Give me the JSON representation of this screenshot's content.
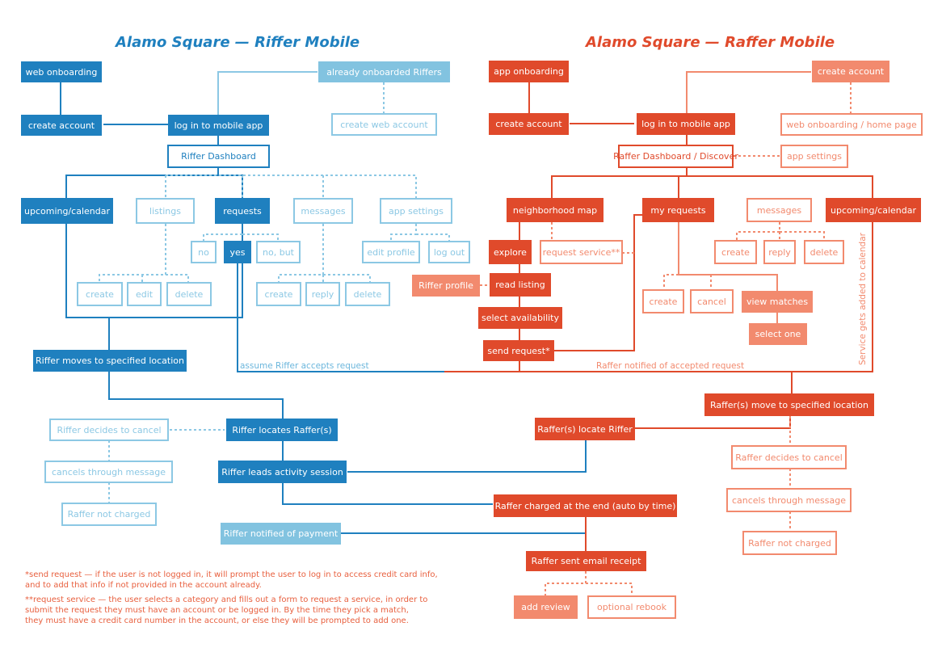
{
  "titles": {
    "riffer": "Alamo Square — Riffer Mobile",
    "raffer": "Alamo Square — Raffer Mobile"
  },
  "colors": {
    "riffer_dark": "#1f80bf",
    "riffer_light": "#8cc8e4",
    "raffer_dark": "#e04a2b",
    "raffer_light": "#f28a6e"
  },
  "riffer": {
    "web_onboarding": "web onboarding",
    "create_account": "create account",
    "log_in": "log in to mobile app",
    "already_onboarded": "already onboarded Riffers",
    "create_web_account": "create web account",
    "dashboard": "Riffer Dashboard",
    "upcoming": "upcoming/calendar",
    "listings": "listings",
    "requests": "requests",
    "messages": "messages",
    "app_settings": "app settings",
    "no": "no",
    "yes": "yes",
    "no_but": "no, but",
    "edit_profile": "edit profile",
    "log_out": "log out",
    "create_1": "create",
    "edit": "edit",
    "delete_1": "delete",
    "create_2": "create",
    "reply": "reply",
    "delete_2": "delete",
    "moves": "Riffer moves to specified location",
    "decides_cancel": "Riffer decides to cancel",
    "locates": "Riffer locates Raffer(s)",
    "cancels_message": "cancels through message",
    "leads": "Riffer leads activity session",
    "not_charged": "Raffer not charged",
    "notified_payment": "Riffer notified of payment",
    "assume_accepts": "assume Riffer accepts request"
  },
  "raffer": {
    "app_onboarding": "app onboarding",
    "create_account": "create account",
    "log_in": "log in to mobile app",
    "create_account_2": "create account",
    "web_onboarding_home": "web onboarding / home page",
    "dashboard": "Raffer Dashboard / Discover",
    "app_settings": "app settings",
    "neighborhood_map": "neighborhood map",
    "my_requests": "my requests",
    "messages": "messages",
    "upcoming": "upcoming/calendar",
    "explore": "explore",
    "request_service": "request service**",
    "msg_create": "create",
    "msg_reply": "reply",
    "msg_delete": "delete",
    "riffer_profile": "Riffer profile",
    "read_listing": "read listing",
    "req_create": "create",
    "req_cancel": "cancel",
    "view_matches": "view matches",
    "select_availability": "select availability",
    "select_one": "select one",
    "send_request": "send request*",
    "notified_accepted": "Raffer notified of accepted request",
    "calendar_note": "Service gets added to calendar",
    "move": "Raffer(s) move to specified location",
    "locate": "Raffer(s) locate Riffer",
    "decides_cancel": "Raffer decides to cancel",
    "cancels_message": "cancels through message",
    "not_charged": "Raffer not charged",
    "charged_end": "Raffer charged at the end (auto by time)",
    "email_receipt": "Raffer sent email receipt",
    "add_review": "add review",
    "optional_rebook": "optional rebook"
  },
  "notes": {
    "send_request_1": "*send request — if the user is not logged in, it will prompt the user to log in to access credit card info,",
    "send_request_2": "and to add that info if not provided in the account already.",
    "request_service_1": "**request service — the user selects a category and fills out a form to request a service, in order to",
    "request_service_2": "submit the request they must have an account or be logged in. By the time they pick a match,",
    "request_service_3": "they must have a credit card number in the account, or else they will be prompted to add one."
  }
}
